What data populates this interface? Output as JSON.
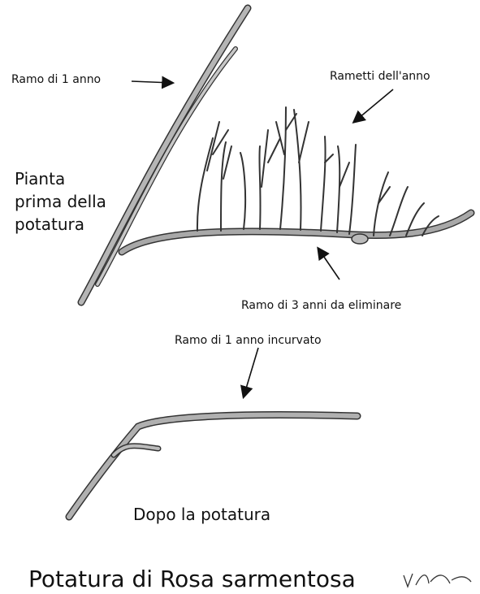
{
  "labels": {
    "ramo_1_anno": "Ramo di 1 anno",
    "rametti": "Rametti dell'anno",
    "pianta_line1": "Pianta",
    "pianta_line2": "prima della",
    "pianta_line3": "potatura",
    "ramo_3_anni": "Ramo di 3 anni da eliminare",
    "ramo_incurvato": "Ramo di 1 anno incurvato",
    "dopo": "Dopo la potatura"
  },
  "title": "Potatura di Rosa sarmentosa",
  "colors": {
    "branch": "#8c8c8c",
    "branch_light": "#c8c8c8",
    "outline": "#333333",
    "thorn": "#222222"
  }
}
